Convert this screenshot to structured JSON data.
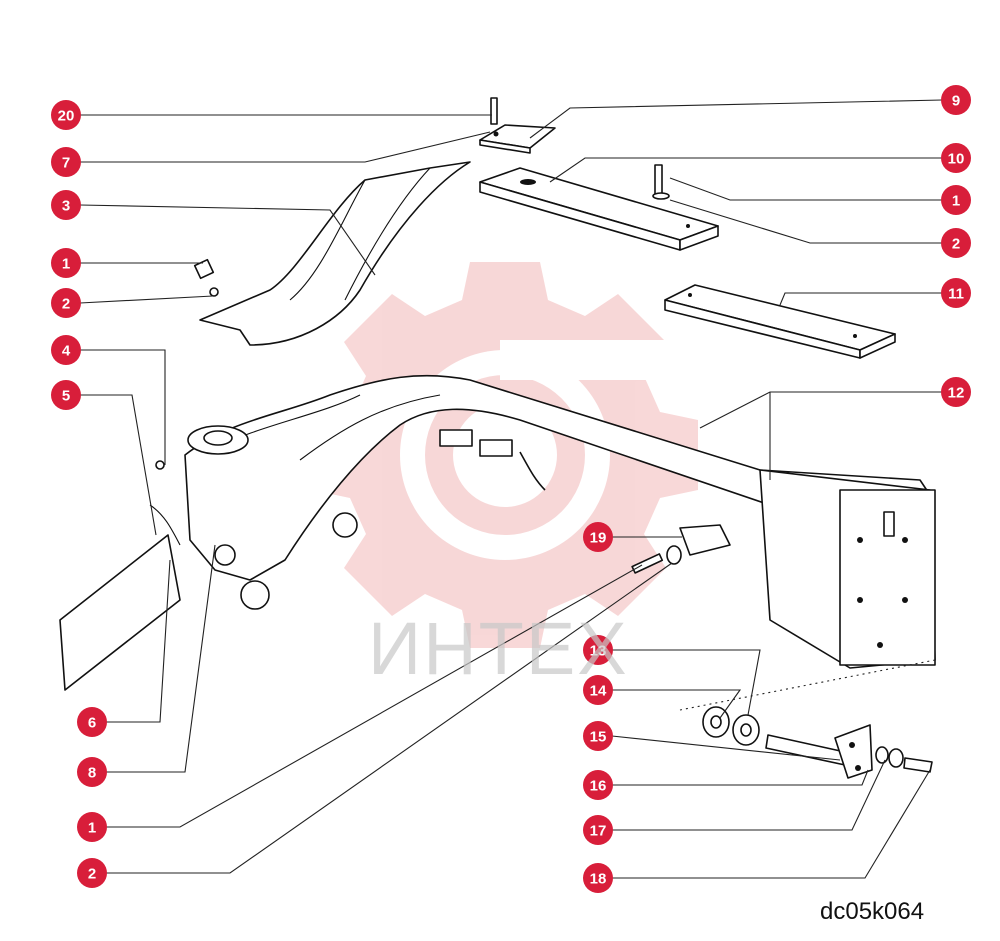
{
  "diagram": {
    "code": "dc05k064",
    "watermark": "ИНТЕХ",
    "colors": {
      "callout": "#d81e3a",
      "line": "#222222",
      "watermark_gear": "#f2b8b8",
      "watermark_text": "#c8c8c8"
    },
    "callouts": [
      "20",
      "7",
      "3",
      "1",
      "2",
      "4",
      "5",
      "6",
      "8",
      "1",
      "2",
      "9",
      "10",
      "1",
      "2",
      "11",
      "12",
      "19",
      "13",
      "14",
      "15",
      "16",
      "17",
      "18"
    ]
  }
}
